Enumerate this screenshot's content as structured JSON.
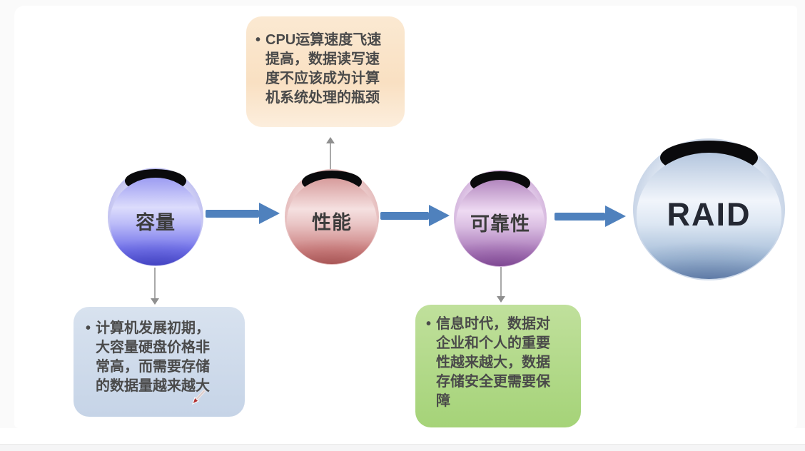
{
  "page": {
    "background": "#fafafa",
    "slide_background": "#ffffff"
  },
  "diagram": {
    "title_topic": "RAID",
    "flow_order": [
      "容量",
      "性能",
      "可靠性",
      "RAID"
    ]
  },
  "nodes": [
    {
      "id": "capacity",
      "label": "容量",
      "theme_color": "#6a6ae4"
    },
    {
      "id": "performance",
      "label": "性能",
      "theme_color": "#cc8181"
    },
    {
      "id": "reliability",
      "label": "可靠性",
      "theme_color": "#a877b8"
    },
    {
      "id": "raid",
      "label": "RAID",
      "theme_color": "#a4bcd8"
    }
  ],
  "callouts": [
    {
      "id": "performance-note",
      "bullet": "•",
      "text": "CPU运算速度飞速提高，数据读写速度不应该成为计算机系统处理的瓶颈",
      "bg": "#f9e0c2",
      "points_to": "性能"
    },
    {
      "id": "capacity-note",
      "bullet": "•",
      "text": "计算机发展初期，大容量硬盘价格非常高，而需要存储的数据量越来越大",
      "bg": "#c6d4e7",
      "points_to": "容量"
    },
    {
      "id": "reliability-note",
      "bullet": "•",
      "text": "信息时代，数据对企业和个人的重要性越来越大，数据存储安全更需要保障",
      "bg": "#a5d378",
      "points_to": "可靠性"
    }
  ],
  "colors": {
    "flow_arrow": "#4f81bd",
    "connector_arrow": "#a9a9a9",
    "node_text": "#3c3c3c",
    "callout_text": "#4a4a4a"
  },
  "icons": {
    "flow_arrow": "arrow-right-icon",
    "connector_up": "arrow-up-icon",
    "connector_down": "arrow-down-icon",
    "cursor": "laser-pointer-cursor"
  }
}
